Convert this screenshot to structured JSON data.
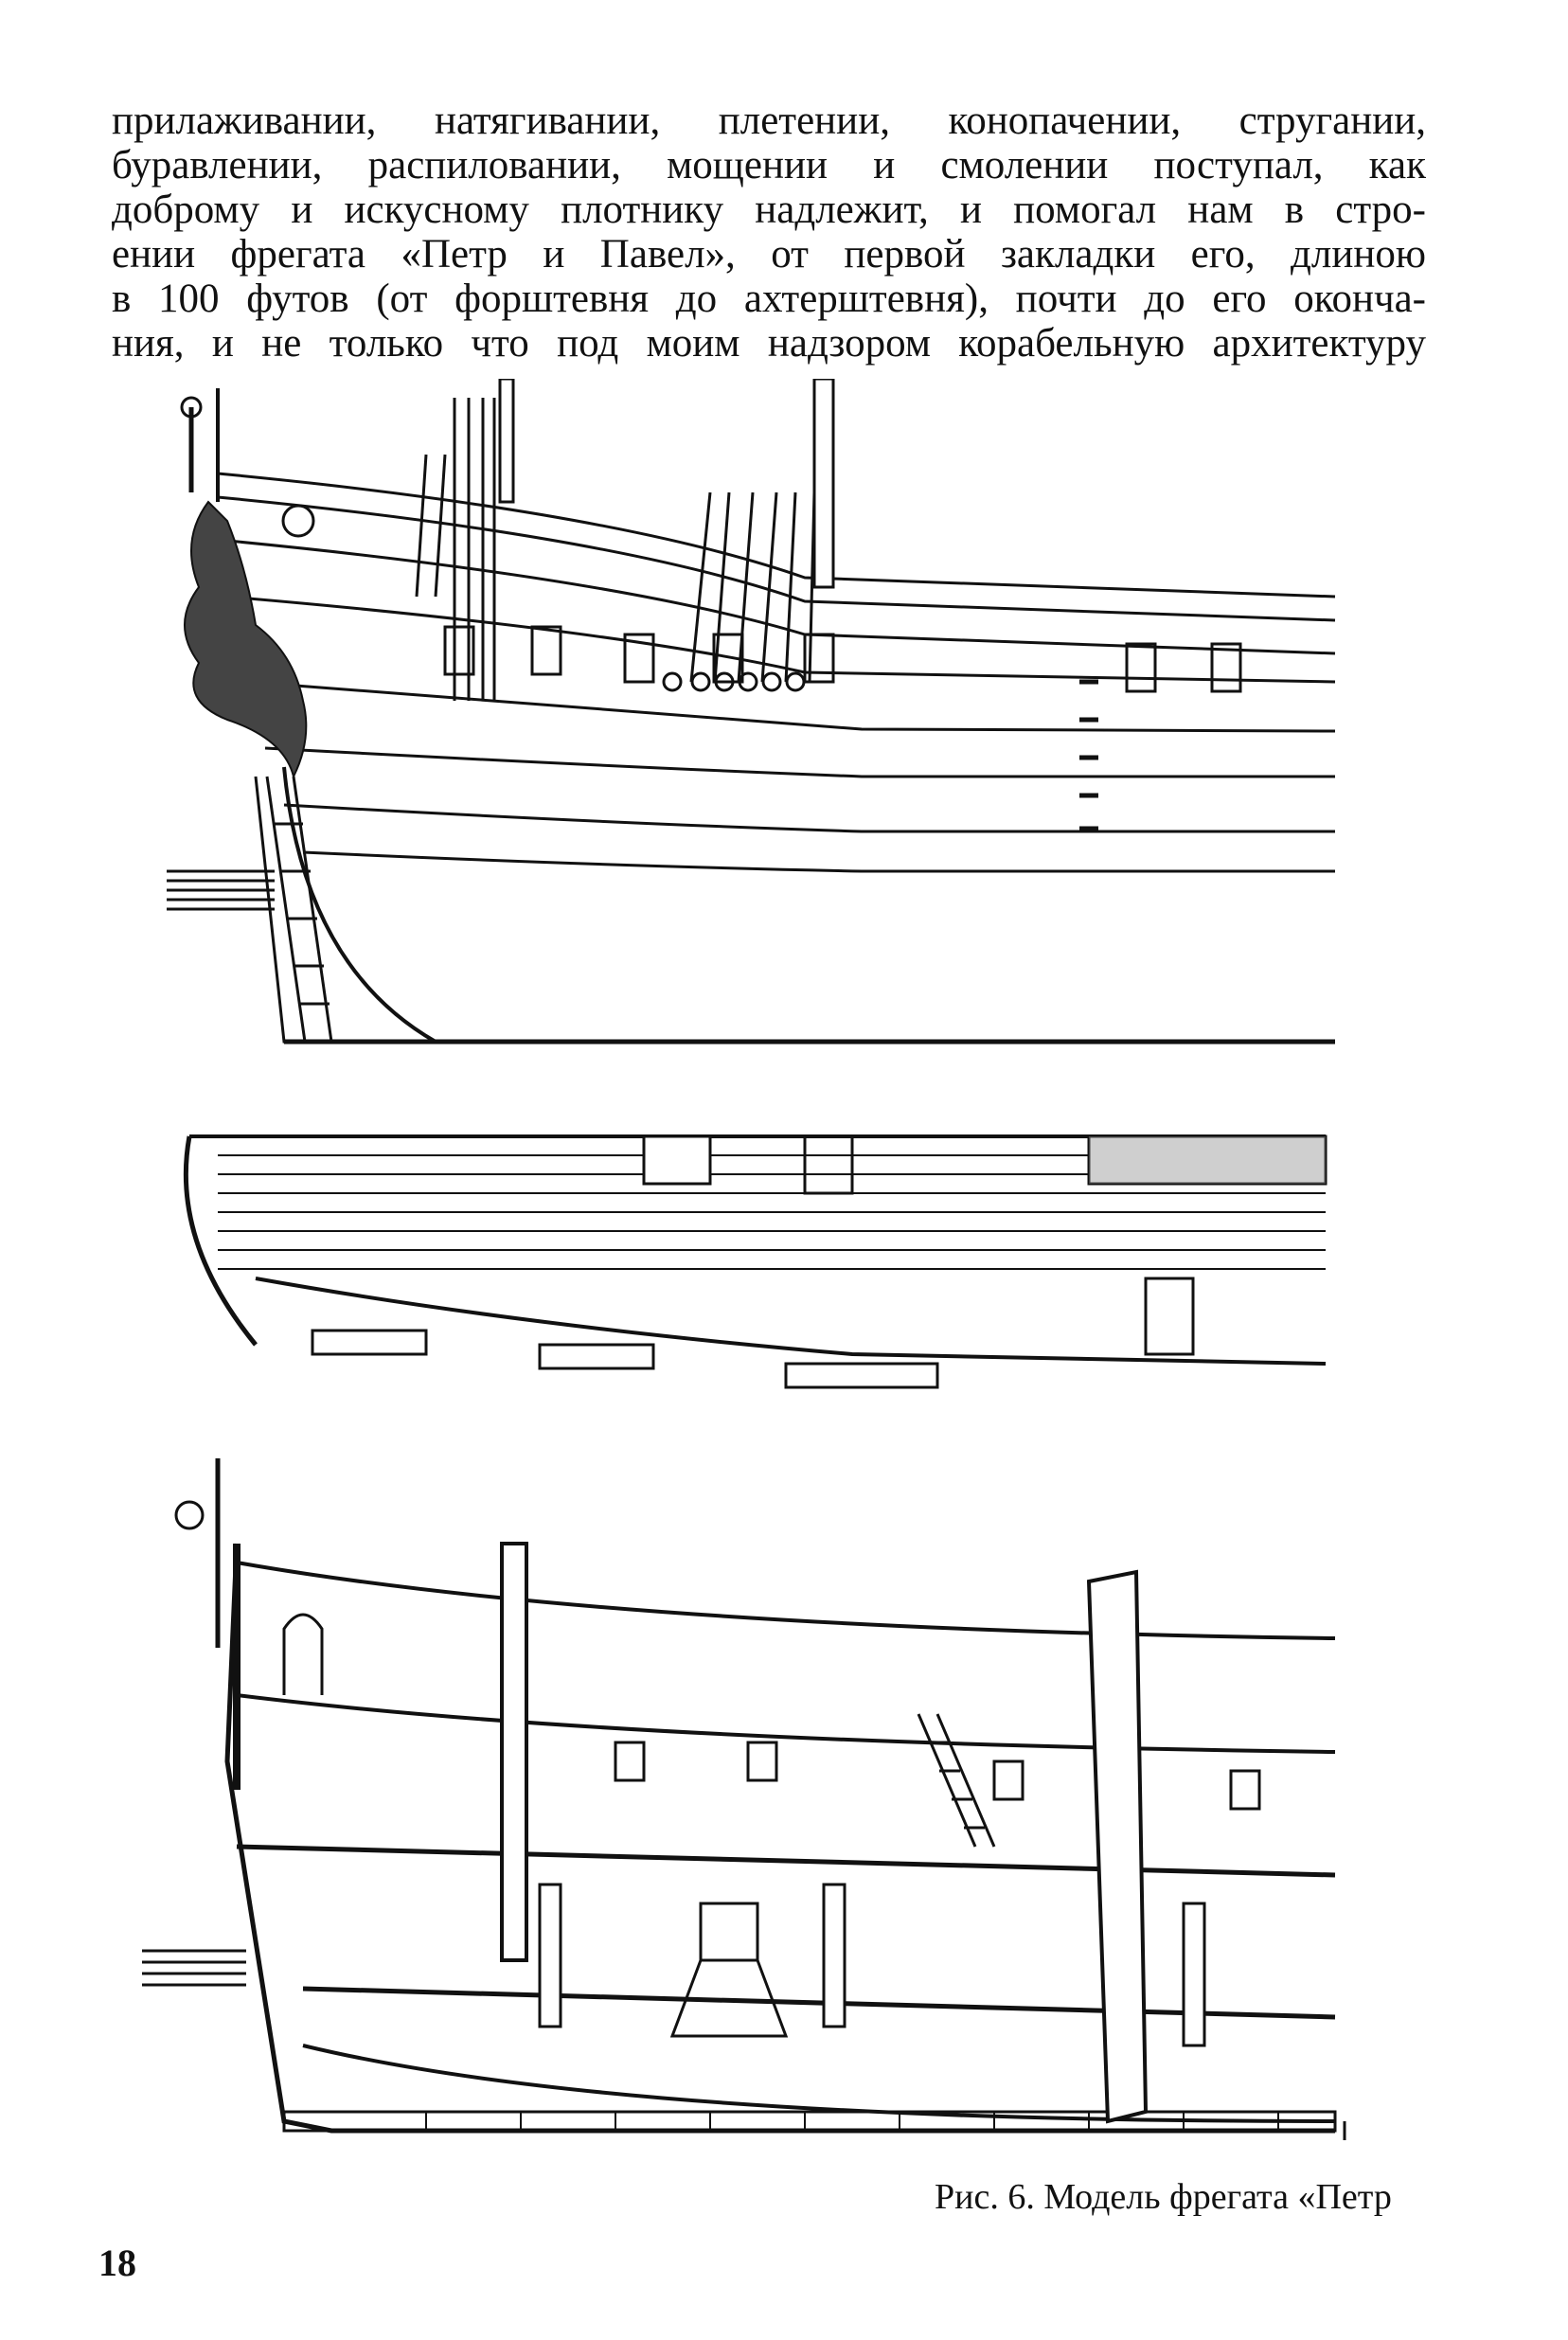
{
  "body": {
    "lines": [
      "прилаживании, натягивании, плетении, конопачении, стругании,",
      "буравлении, распиловании, мощении и смолении поступал, как",
      "доброму и искусному плотнику надлежит, и помогал нам в стро-",
      "ении фрегата «Петр и Павел», от первой закладки его, длиною",
      "в 100 футов (от форштевня до ахтерштевня), почти до его оконча-",
      "ния, и не только что под моим надзором корабельную архитектуру"
    ]
  },
  "figure": {
    "caption": "Рис. 6. Модель фрегата «Петр"
  },
  "page_number": "18"
}
